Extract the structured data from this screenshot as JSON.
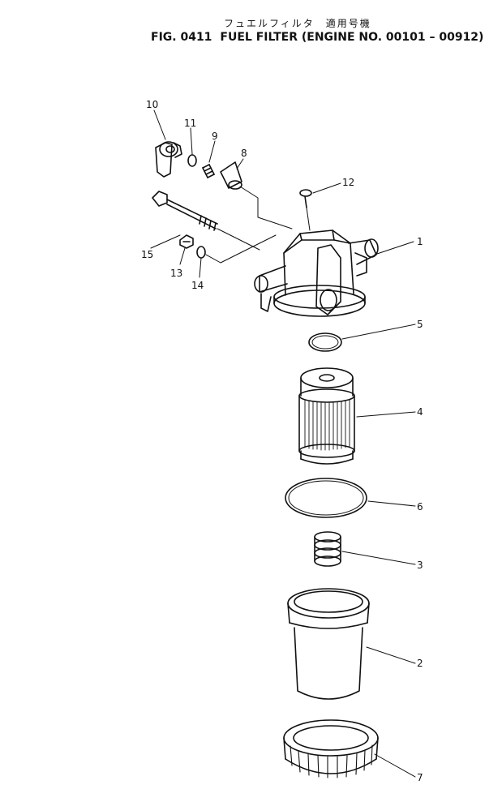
{
  "header": {
    "japanese_title": "フュエルフィルタ　適用号機",
    "fig_number": "FIG. 0411",
    "title": "FUEL FILTER (ENGINE NO. 00101 – 00912)"
  },
  "parts": [
    {
      "id": "part-1",
      "label": "1"
    },
    {
      "id": "part-2",
      "label": "2"
    },
    {
      "id": "part-3",
      "label": "3"
    },
    {
      "id": "part-4",
      "label": "4"
    },
    {
      "id": "part-5",
      "label": "5"
    },
    {
      "id": "part-6",
      "label": "6"
    },
    {
      "id": "part-7",
      "label": "7"
    },
    {
      "id": "part-8",
      "label": "8"
    },
    {
      "id": "part-9",
      "label": "9"
    },
    {
      "id": "part-10",
      "label": "10"
    },
    {
      "id": "part-11",
      "label": "11"
    },
    {
      "id": "part-12",
      "label": "12"
    },
    {
      "id": "part-13",
      "label": "13"
    },
    {
      "id": "part-14",
      "label": "14"
    },
    {
      "id": "part-15",
      "label": "15"
    }
  ]
}
